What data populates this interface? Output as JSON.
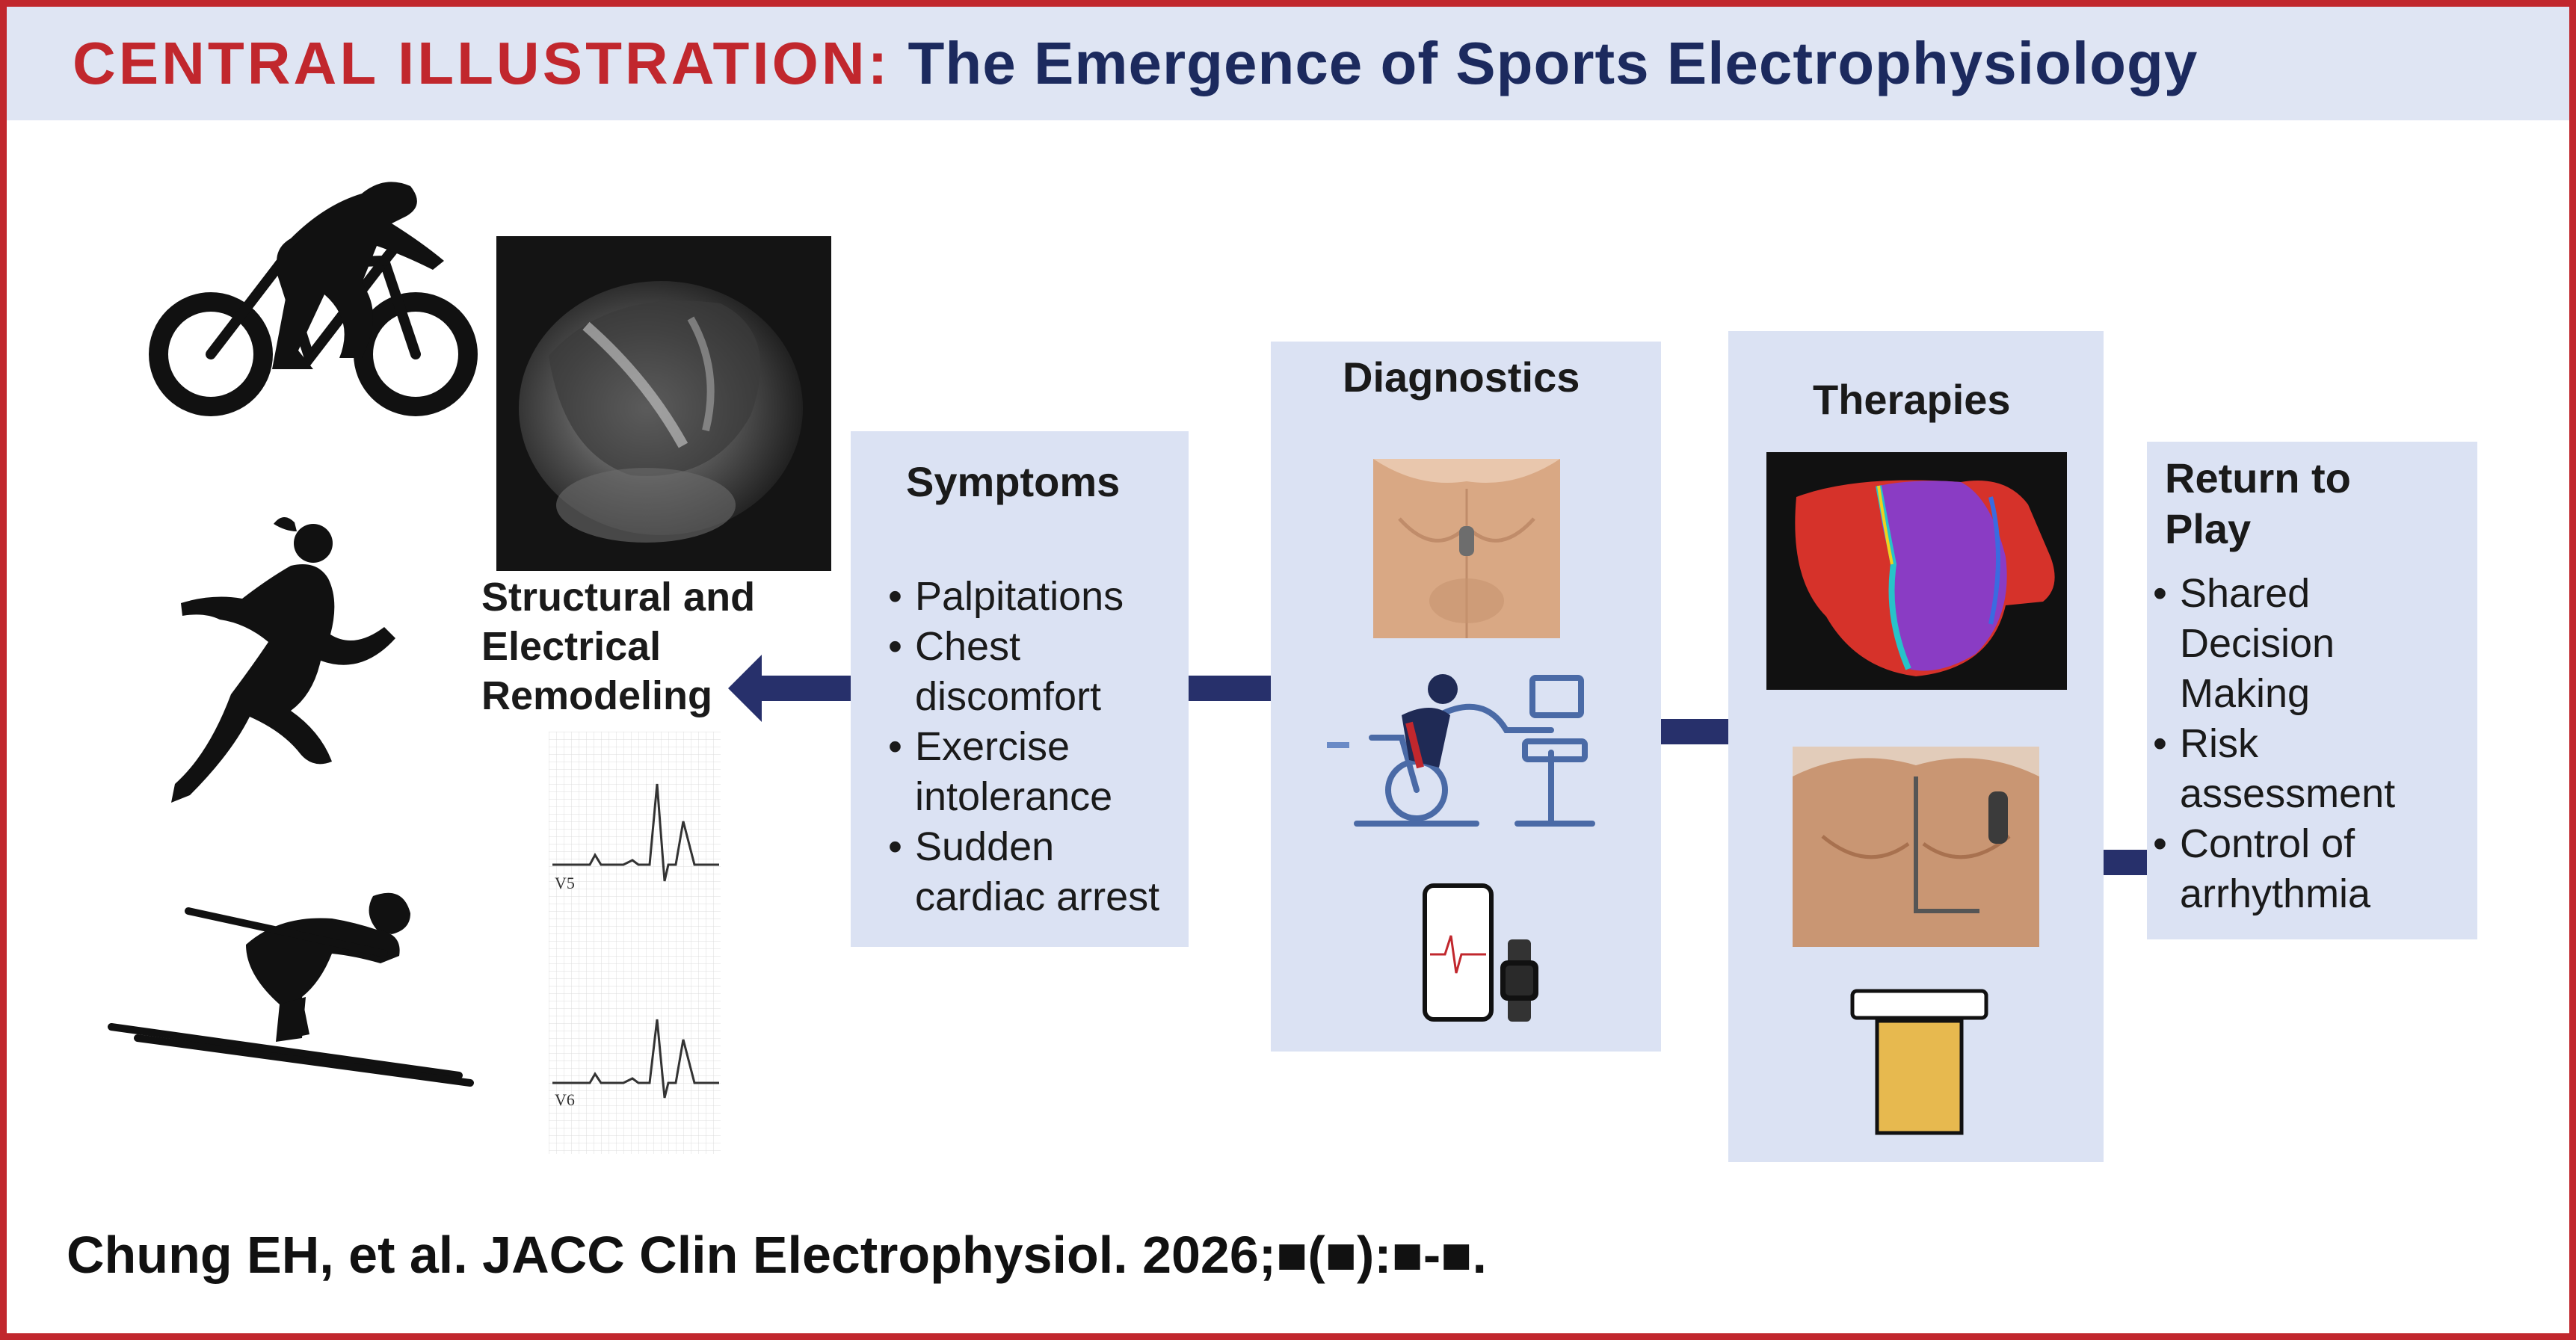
{
  "header": {
    "label": "CENTRAL ILLUSTRATION:",
    "title": "The Emergence of Sports Electrophysiology"
  },
  "remodeling": {
    "lines": [
      "Structural and",
      "Electrical",
      "Remodeling"
    ],
    "ecg_leads": [
      "V5",
      "V6"
    ]
  },
  "symptoms": {
    "heading": "Symptoms",
    "items": [
      "Palpitations",
      "Chest discomfort",
      "Exercise intolerance",
      "Sudden cardiac arrest"
    ]
  },
  "diagnostics": {
    "heading": "Diagnostics"
  },
  "therapies": {
    "heading": "Therapies"
  },
  "return_to_play": {
    "heading": "Return to Play",
    "items": [
      "Shared Decision Making",
      "Risk assessment",
      "Control of arrhythmia"
    ]
  },
  "citation": "Chung EH, et al. JACC Clin Electrophysiol. 2026;■(■):■-■.",
  "colors": {
    "accent_red": "#c1272d",
    "title_navy": "#1c2a5e",
    "arrow_navy": "#27306b",
    "box_blue": "#dbe2f3"
  },
  "icons": [
    "cyclist-icon",
    "runner-icon",
    "skier-icon",
    "mri-image",
    "ecg-strip",
    "chest-monitor-image",
    "exercise-test-icon",
    "smartphone-icon",
    "smartwatch-icon",
    "ablation-map-image",
    "icd-chest-image",
    "medication-icon"
  ]
}
